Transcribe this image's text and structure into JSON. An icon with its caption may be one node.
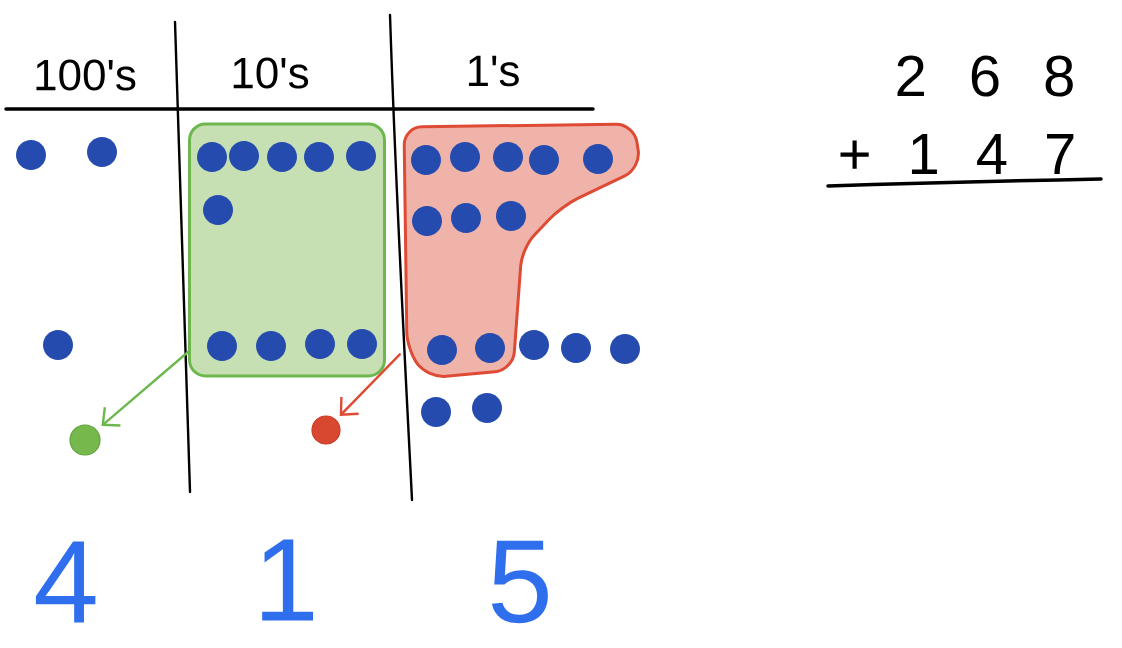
{
  "diagram": {
    "nodes": [
      {
        "text": [],
        "shape": "box"
      },
      {
        "text": [],
        "shape": "polygon"
      },
      {
        "text": [],
        "shape": "circle"
      },
      {
        "text": [],
        "shape": "circle"
      }
    ],
    "edges": [
      {
        "from": 0,
        "to": 2,
        "arrow": "to",
        "color": "#6db84e"
      },
      {
        "from": 1,
        "to": 3,
        "arrow": "to",
        "color": "#de4a33"
      }
    ],
    "labels": [
      "100's",
      "10's",
      "1's",
      "2 6 8",
      "+ 1 4 7",
      "4",
      "1",
      "5"
    ]
  }
}
